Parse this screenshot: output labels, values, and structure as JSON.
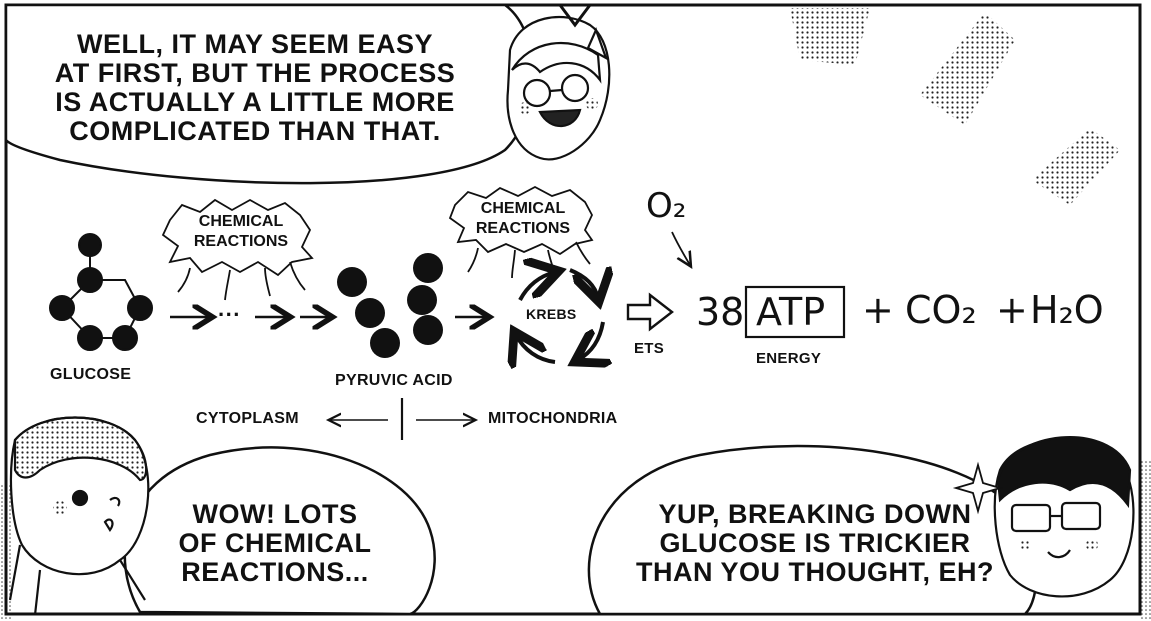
{
  "speech": {
    "top_left": [
      "WELL, IT MAY SEEM EASY",
      "AT FIRST, BUT THE PROCESS",
      "IS ACTUALLY A LITTLE MORE",
      "COMPLICATED THAN THAT."
    ],
    "bottom_left": [
      "WOW! LOTS",
      "OF CHEMICAL",
      "REACTIONS..."
    ],
    "bottom_right": [
      "YUP, BREAKING DOWN",
      "GLUCOSE IS TRICKIER",
      "THAN YOU THOUGHT, EH?"
    ]
  },
  "diagram": {
    "reaction_cloud_1": [
      "CHEMICAL",
      "REACTIONS"
    ],
    "reaction_cloud_2": [
      "CHEMICAL",
      "REACTIONS"
    ],
    "glucose_label": "GLUCOSE",
    "pyruvic_label": "PYRUVIC ACID",
    "krebs_label": "KREBS",
    "ets_label": "ETS",
    "oxygen_label": "O₂",
    "atp_count": "38",
    "atp_label": "ATP",
    "plus_1": "+",
    "co2_label": "CO₂",
    "plus_2": "+",
    "water_label": "H₂O",
    "energy_label": "ENERGY",
    "cytoplasm_label": "CYTOPLASM",
    "mitochondria_label": "MITOCHONDRIA",
    "ellipsis": "···"
  },
  "icons": [
    "glucose-molecule-icon",
    "pyruvic-acid-icon",
    "krebs-cycle-icon",
    "hollow-arrow-icon",
    "sparkle-icon"
  ],
  "colors": {
    "ink": "#111111",
    "paper": "#ffffff",
    "screentone": "#9a9a9a"
  }
}
